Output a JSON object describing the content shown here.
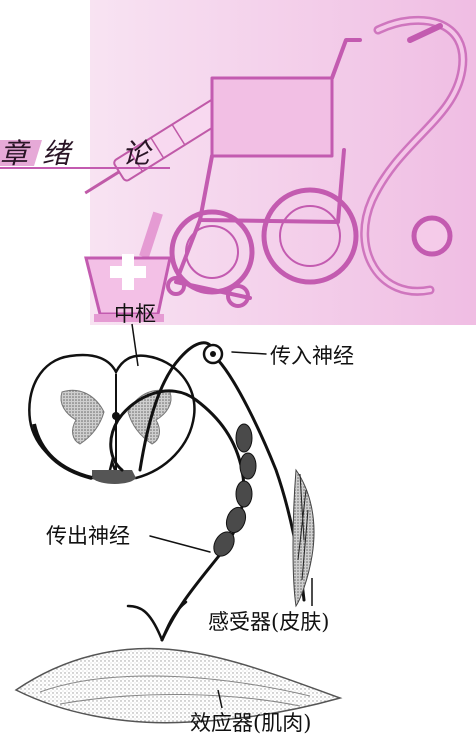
{
  "header": {
    "chapter_char": "章",
    "title_char_1": "绪",
    "title_char_2": "论"
  },
  "diagram": {
    "labels": {
      "center": "中枢",
      "afferent": "传入神经",
      "efferent": "传出神经",
      "receptor": "感受器(皮肤)",
      "effector": "效应器(肌肉)"
    }
  },
  "colors": {
    "banner_pink": "#e9a6d8",
    "banner_pink_light": "#f6d7ef",
    "banner_magenta": "#d061b8",
    "line_black": "#111111"
  }
}
